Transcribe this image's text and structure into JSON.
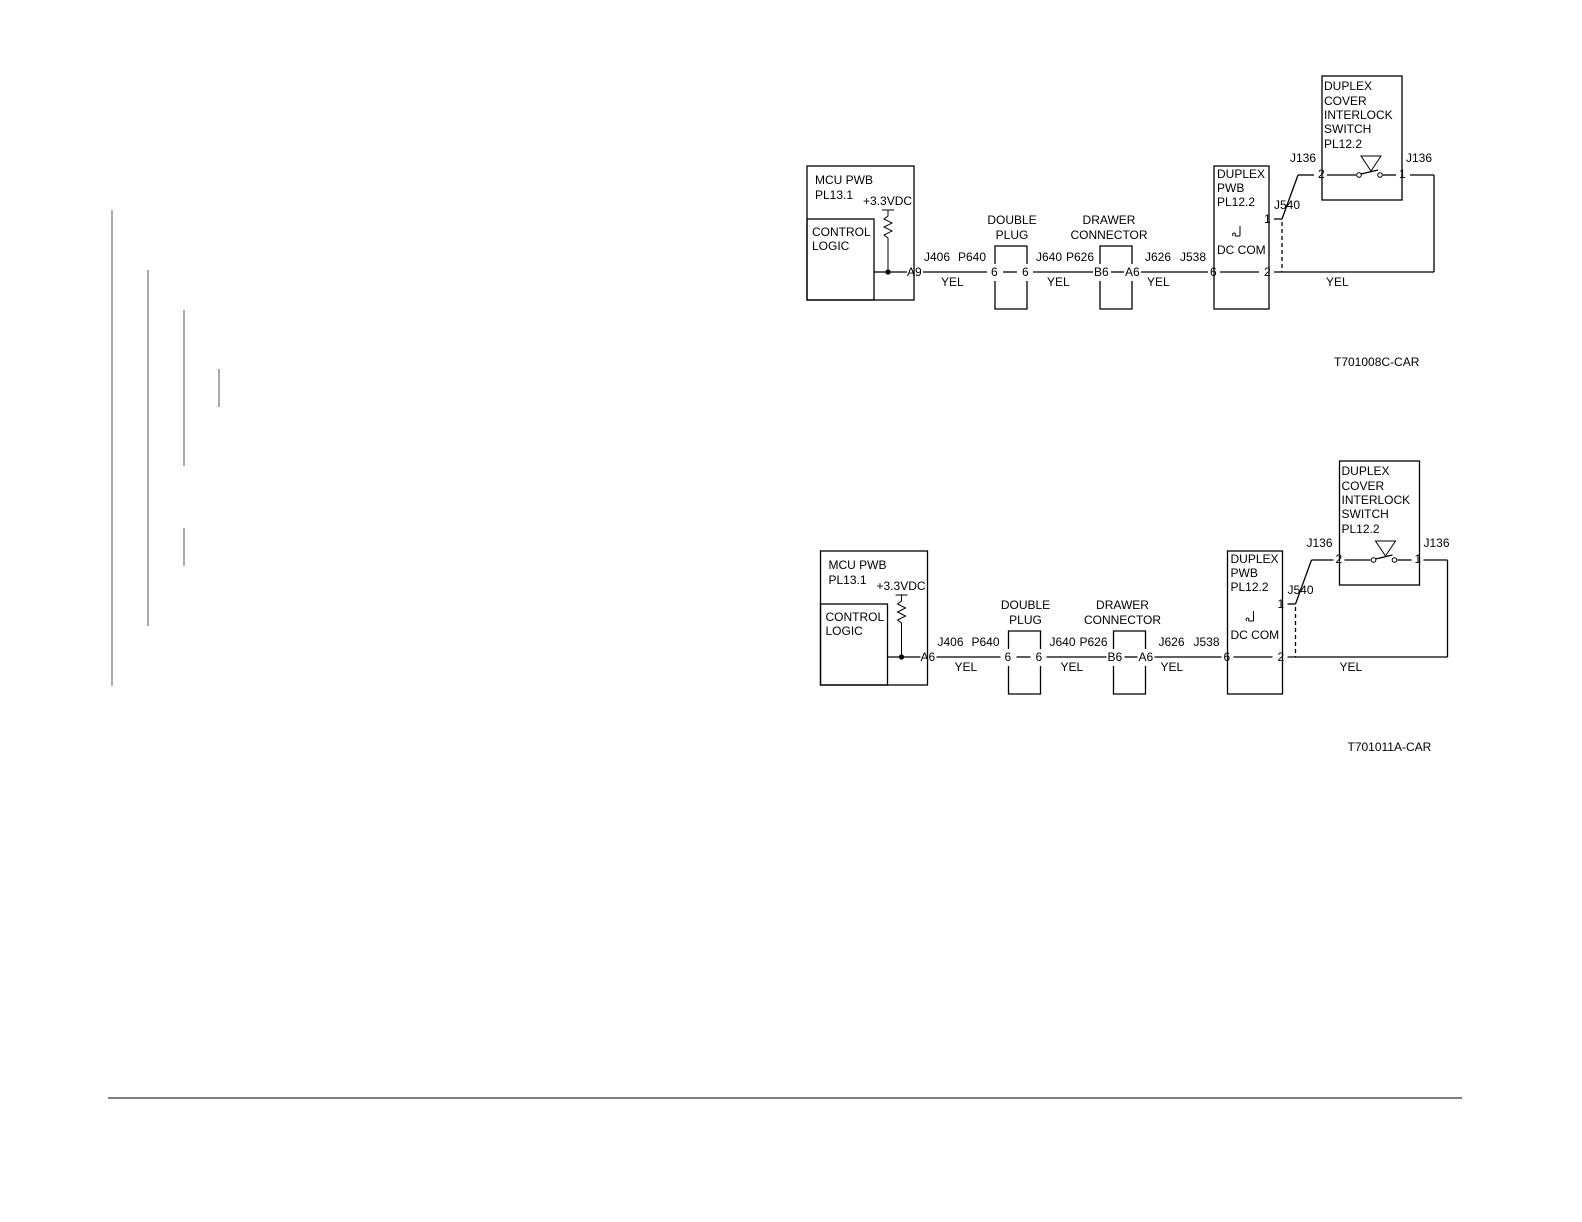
{
  "diagrams": [
    {
      "mcu": {
        "title1": "MCU PWB",
        "title2": "PL13.1",
        "voltage": "+3.3VDC",
        "logic1": "CONTROL",
        "logic2": "LOGIC",
        "pin": "A9"
      },
      "j406": "J406",
      "p640": "P640",
      "yel1": "YEL",
      "double_plug": {
        "l1": "DOUBLE",
        "l2": "PLUG",
        "pin_left": "6",
        "pin_right": "6"
      },
      "j640": "J640",
      "p626": "P626",
      "yel2": "YEL",
      "drawer": {
        "l1": "DRAWER",
        "l2": "CONNECTOR",
        "pin_left": "B6",
        "pin_right": "A6"
      },
      "j626": "J626",
      "j538": "J538",
      "yel3": "YEL",
      "duplex_pwb": {
        "l1": "DUPLEX",
        "l2": "PWB",
        "l3": "PL12.2",
        "dc_com": "DC COM",
        "pin_in": "6",
        "pin_top": "1",
        "pin_bottom": "2"
      },
      "j540": "J540",
      "yel4": "YEL",
      "switch": {
        "l1": "DUPLEX",
        "l2": "COVER",
        "l3": "INTERLOCK",
        "l4": "SWITCH",
        "l5": "PL12.2",
        "j136_left": "J136",
        "j136_right": "J136",
        "pin_left": "2",
        "pin_right": "1"
      },
      "figure_id": "T701008C-CAR"
    },
    {
      "mcu": {
        "title1": "MCU PWB",
        "title2": "PL13.1",
        "voltage": "+3.3VDC",
        "logic1": "CONTROL",
        "logic2": "LOGIC",
        "pin": "A6"
      },
      "j406": "J406",
      "p640": "P640",
      "yel1": "YEL",
      "double_plug": {
        "l1": "DOUBLE",
        "l2": "PLUG",
        "pin_left": "6",
        "pin_right": "6"
      },
      "j640": "J640",
      "p626": "P626",
      "yel2": "YEL",
      "drawer": {
        "l1": "DRAWER",
        "l2": "CONNECTOR",
        "pin_left": "B6",
        "pin_right": "A6"
      },
      "j626": "J626",
      "j538": "J538",
      "yel3": "YEL",
      "duplex_pwb": {
        "l1": "DUPLEX",
        "l2": "PWB",
        "l3": "PL12.2",
        "dc_com": "DC COM",
        "pin_in": "6",
        "pin_top": "1",
        "pin_bottom": "2"
      },
      "j540": "J540",
      "yel4": "YEL",
      "switch": {
        "l1": "DUPLEX",
        "l2": "COVER",
        "l3": "INTERLOCK",
        "l4": "SWITCH",
        "l5": "PL12.2",
        "j136_left": "J136",
        "j136_right": "J136",
        "pin_left": "2",
        "pin_right": "1"
      },
      "figure_id": "T701011A-CAR"
    }
  ]
}
